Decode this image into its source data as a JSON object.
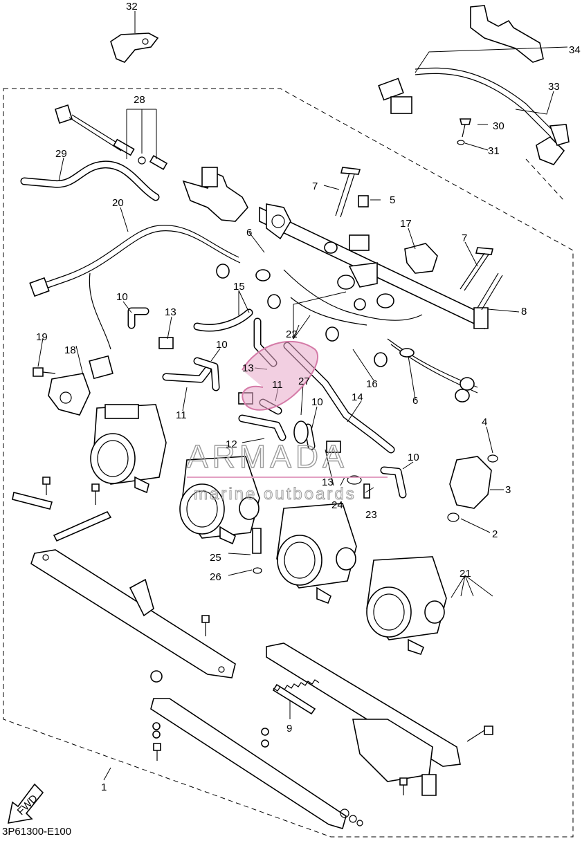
{
  "drawing_code": "3P61300-E100",
  "fwd_label": "FWD",
  "watermark": {
    "brand": "ARMADA",
    "tagline": "marine outboards"
  },
  "callouts": [
    {
      "num": "1"
    },
    {
      "num": "2"
    },
    {
      "num": "3"
    },
    {
      "num": "4"
    },
    {
      "num": "5"
    },
    {
      "num": "6"
    },
    {
      "num": "6"
    },
    {
      "num": "7"
    },
    {
      "num": "7"
    },
    {
      "num": "8"
    },
    {
      "num": "9"
    },
    {
      "num": "10"
    },
    {
      "num": "10"
    },
    {
      "num": "10"
    },
    {
      "num": "10"
    },
    {
      "num": "11"
    },
    {
      "num": "11"
    },
    {
      "num": "12"
    },
    {
      "num": "13"
    },
    {
      "num": "13"
    },
    {
      "num": "13"
    },
    {
      "num": "14"
    },
    {
      "num": "15"
    },
    {
      "num": "16"
    },
    {
      "num": "17"
    },
    {
      "num": "18"
    },
    {
      "num": "19"
    },
    {
      "num": "20"
    },
    {
      "num": "21"
    },
    {
      "num": "22"
    },
    {
      "num": "23"
    },
    {
      "num": "24"
    },
    {
      "num": "25"
    },
    {
      "num": "26"
    },
    {
      "num": "27"
    },
    {
      "num": "28"
    },
    {
      "num": "29"
    },
    {
      "num": "30"
    },
    {
      "num": "31"
    },
    {
      "num": "32"
    },
    {
      "num": "33"
    },
    {
      "num": "34"
    }
  ]
}
